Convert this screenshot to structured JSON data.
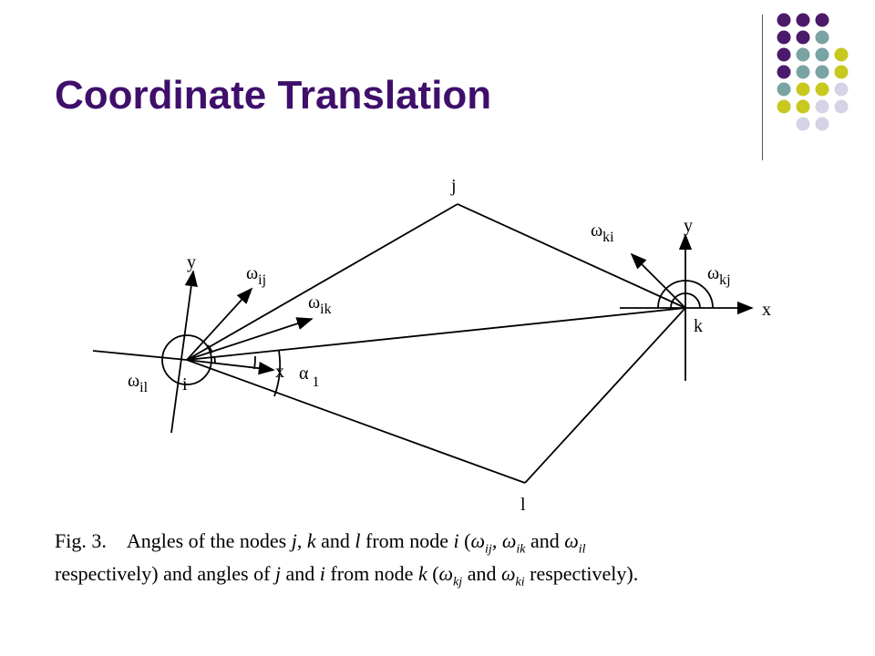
{
  "slide": {
    "title": "Coordinate Translation",
    "title_color": "#3f0f6b"
  },
  "decoration": {
    "dot_colors": [
      "#4b1a6b",
      "#7aa3a3",
      "#c8c81e",
      "#d4d4e6"
    ]
  },
  "figure": {
    "nodes": {
      "i": "i",
      "j": "j",
      "k": "k",
      "l": "l"
    },
    "axes": {
      "y_left": "y",
      "y_right": "y",
      "x_left": "x",
      "x_right": "x"
    },
    "angles": {
      "omega": "ω",
      "alpha": "α",
      "w_ij_sub": "ij",
      "w_ik_sub": "ik",
      "w_il_sub": "il",
      "w_ki_sub": "ki",
      "w_kj_sub": "kj",
      "alpha_sub": "1"
    }
  },
  "caption": {
    "fig_label": "Fig. 3.",
    "part1": "Angles of the nodes ",
    "j": "j",
    "sep1": ", ",
    "k": "k",
    "and1": " and ",
    "l": "l",
    "from_node": " from node ",
    "i": "i",
    "open": " (",
    "w": "ω",
    "sub_ij": "ij",
    "sep2": ", ",
    "sub_ik": "ik",
    "and2": " and ",
    "sub_il": "il",
    "line2_a": "respectively) and angles of ",
    "j2": "j",
    "and3": " and ",
    "i2": "i",
    "from_node2": " from node ",
    "k2": "k",
    "open2": " (",
    "sub_kj": "kj",
    "and4": " and ",
    "sub_ki": "ki",
    "end": " respectively)."
  }
}
